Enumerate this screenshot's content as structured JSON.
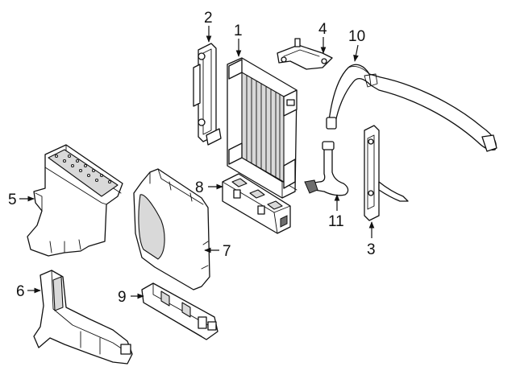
{
  "colors": {
    "line": "#111111",
    "background": "#ffffff",
    "fill": "#ffffff",
    "shade": "#d9d9d9"
  },
  "callouts": [
    {
      "id": "c1",
      "label": "1"
    },
    {
      "id": "c2",
      "label": "2"
    },
    {
      "id": "c3",
      "label": "3"
    },
    {
      "id": "c4",
      "label": "4"
    },
    {
      "id": "c5",
      "label": "5"
    },
    {
      "id": "c6",
      "label": "6"
    },
    {
      "id": "c7",
      "label": "7"
    },
    {
      "id": "c8",
      "label": "8"
    },
    {
      "id": "c9",
      "label": "9"
    },
    {
      "id": "c10",
      "label": "10"
    },
    {
      "id": "c11",
      "label": "11"
    }
  ]
}
